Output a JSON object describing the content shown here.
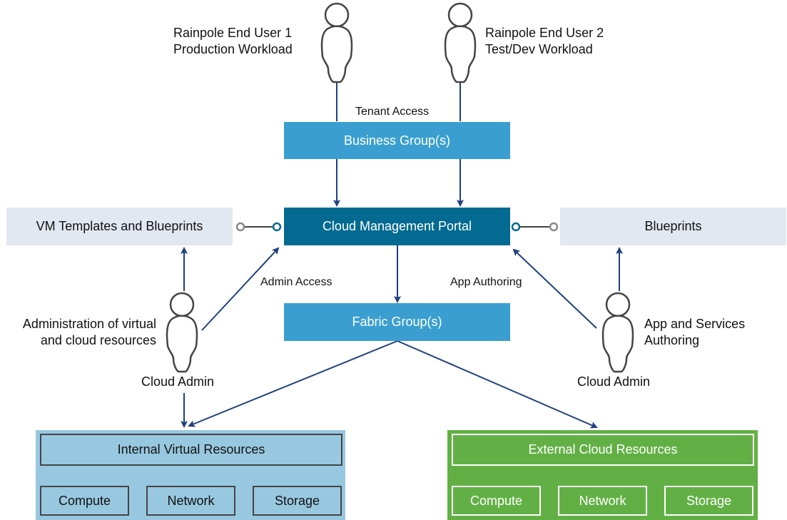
{
  "users": {
    "end_user_1": {
      "line1": "Rainpole End User 1",
      "line2": "Production Workload"
    },
    "end_user_2": {
      "line1": "Rainpole End User 2",
      "line2": "Test/Dev Workload"
    },
    "admin_left": {
      "desc1": "Administration of virtual",
      "desc2": "and cloud resources",
      "role": "Cloud Admin"
    },
    "admin_right": {
      "desc1": "App and Services",
      "desc2": "Authoring",
      "role": "Cloud Admin"
    }
  },
  "edge_labels": {
    "tenant_access": "Tenant Access",
    "admin_access": "Admin Access",
    "app_authoring": "App Authoring"
  },
  "boxes": {
    "business_groups": "Business Group(s)",
    "cloud_management_portal": "Cloud Management Portal",
    "fabric_groups": "Fabric Group(s)",
    "vm_templates": "VM Templates and Blueprints",
    "blueprints": "Blueprints"
  },
  "internal_resources": {
    "title": "Internal Virtual Resources",
    "items": [
      "Compute",
      "Network",
      "Storage"
    ]
  },
  "external_resources": {
    "title": "External Cloud Resources",
    "items": [
      "Compute",
      "Network",
      "Storage"
    ]
  },
  "colors": {
    "group_blue": "#3a9fd0",
    "portal_blue": "#036a91",
    "light_box": "#e2e8f2",
    "internal_bg": "#98c8e0",
    "external_bg": "#62b045",
    "arrow": "#1f3f7f"
  }
}
